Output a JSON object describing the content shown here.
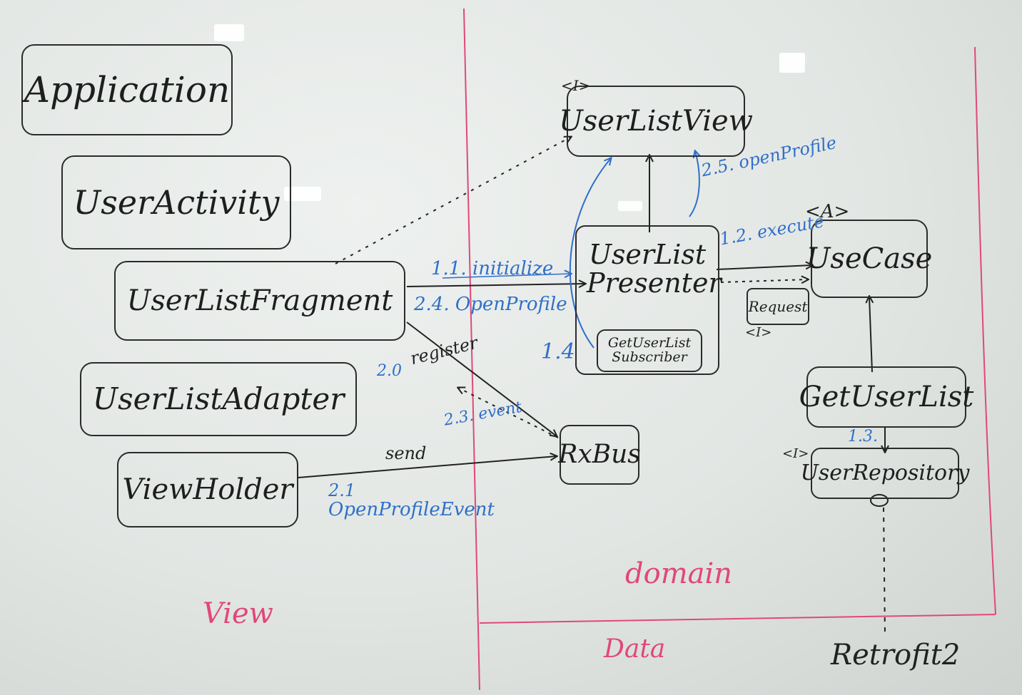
{
  "boxes": {
    "application": "Application",
    "user_activity": "UserActivity",
    "user_list_fragment": "UserListFragment",
    "user_list_adapter": "UserListAdapter",
    "view_holder": "ViewHolder",
    "user_list_view": "UserListView",
    "user_list_presenter": "UserList Presenter",
    "get_user_list_subscriber": "GetUserList Subscriber",
    "use_case": "UseCase",
    "request": "Request",
    "get_user_list": "GetUserList",
    "user_repository": "UserRepository",
    "rx_bus": "RxBus"
  },
  "stereotypes": {
    "user_list_view": "<I>",
    "use_case": "<A>",
    "request": "<I>",
    "user_repository": "<I>"
  },
  "edge_labels": {
    "initialize": "1.1. initialize",
    "open_profile_fragment": "2.4. OpenProfile",
    "step_1_4": "1.4",
    "execute": "1.2. execute",
    "open_profile_view": "2.5. openProfile",
    "step_1_3": "1.3.",
    "register_num": "2.0",
    "register": "register",
    "event": "2.3. event",
    "send": "send",
    "open_profile_event_num": "2.1",
    "open_profile_event": "OpenProfileEvent"
  },
  "layers": {
    "view": "View",
    "domain": "domain",
    "data": "Data"
  },
  "external": {
    "retrofit": "Retrofit2"
  },
  "colors": {
    "ink_black": "#222222",
    "ink_blue": "#2f6fc9",
    "ink_pink": "#e0487a",
    "board": "#e6e9e7"
  }
}
